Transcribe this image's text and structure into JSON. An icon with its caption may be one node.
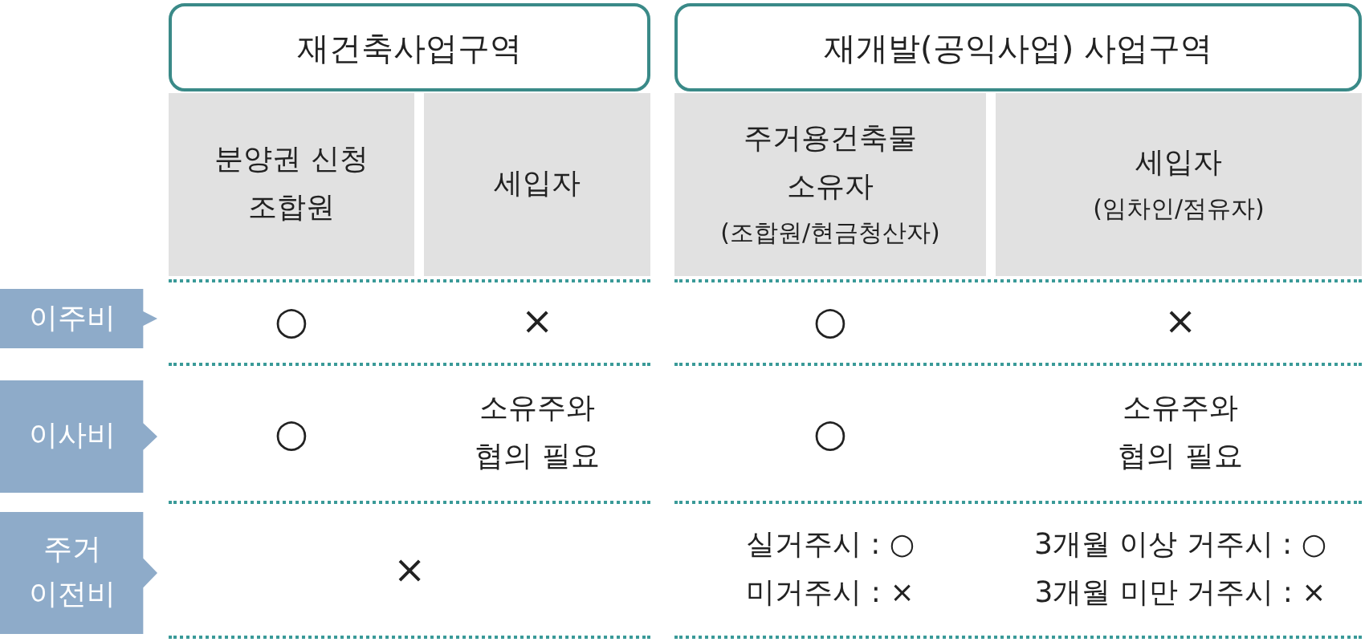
{
  "diagram": {
    "nodes": [
      {
        "text": [
          "재건축사업구역"
        ]
      },
      {
        "text": [
          "재개발(공익사업) 사업구역"
        ]
      },
      {
        "text": [
          "분양권 신청 조합원"
        ]
      },
      {
        "text": [
          "세입자"
        ]
      },
      {
        "text": [
          "주거용건축물 소유자",
          "(조합원/현금청산자)"
        ]
      },
      {
        "text": [
          "세입자",
          "(임차인/점유자)"
        ]
      },
      {
        "text": [
          "이주비"
        ]
      },
      {
        "text": [
          "이사비"
        ]
      },
      {
        "text": [
          "주거 이전비"
        ]
      }
    ],
    "labels": [
      "○",
      "×",
      "○",
      "×",
      "○",
      "소유주와 협의 필요",
      "○",
      "소유주와 협의 필요",
      "×",
      "실거주시 : ○",
      "미거주시 : ×",
      "3개월 이상 거주시 : ○",
      "3개월 미만 거주시 : ×"
    ]
  }
}
